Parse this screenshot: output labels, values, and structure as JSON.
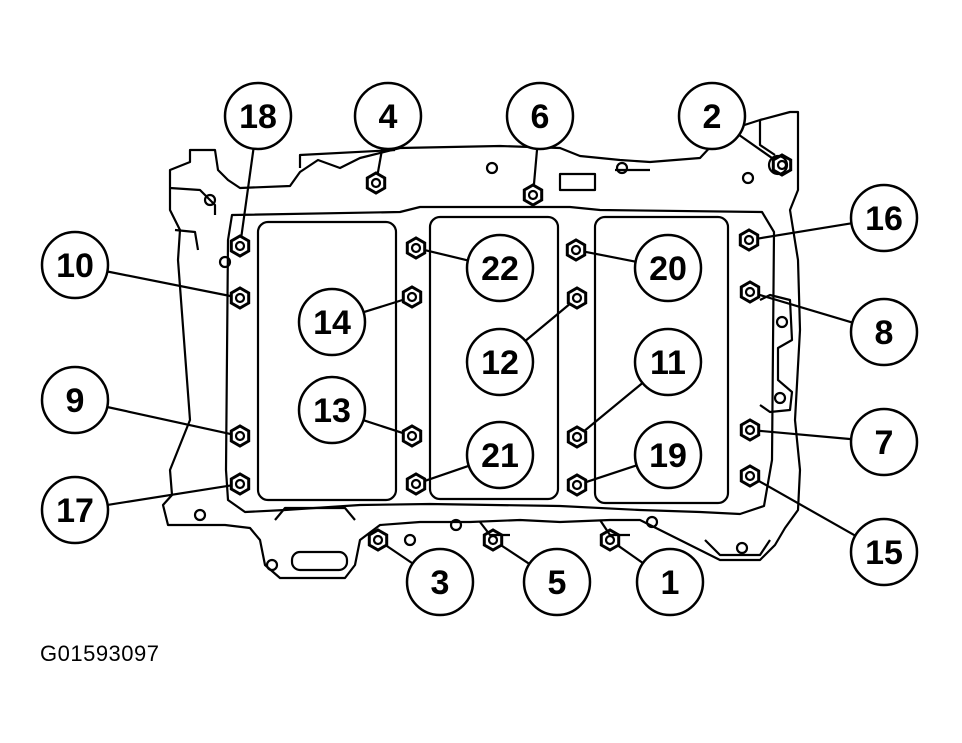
{
  "figure_id": "G01593097",
  "colors": {
    "line": "#000000",
    "background": "#ffffff"
  },
  "callouts": [
    {
      "label": "18"
    },
    {
      "label": "4"
    },
    {
      "label": "6"
    },
    {
      "label": "2"
    },
    {
      "label": "16"
    },
    {
      "label": "10"
    },
    {
      "label": "22"
    },
    {
      "label": "20"
    },
    {
      "label": "14"
    },
    {
      "label": "8"
    },
    {
      "label": "12"
    },
    {
      "label": "11"
    },
    {
      "label": "9"
    },
    {
      "label": "13"
    },
    {
      "label": "7"
    },
    {
      "label": "21"
    },
    {
      "label": "19"
    },
    {
      "label": "17"
    },
    {
      "label": "15"
    },
    {
      "label": "3"
    },
    {
      "label": "5"
    },
    {
      "label": "1"
    }
  ]
}
